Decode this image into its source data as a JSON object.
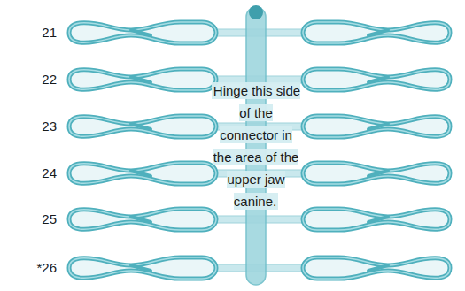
{
  "diagram": {
    "labels": [
      "21",
      "22",
      "23",
      "24",
      "25",
      "*26",
      "Hinge this side of the connector in the area of the upper jaw canine."
    ]
  }
}
